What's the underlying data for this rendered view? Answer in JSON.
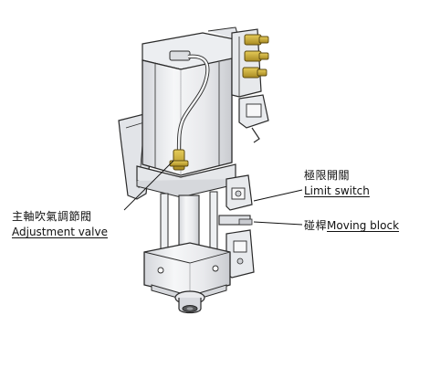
{
  "callouts": {
    "adjustment_valve": {
      "zh": "主軸吹氣調節閥",
      "en": "Adjustment valve"
    },
    "limit_switch": {
      "zh": "極限開關",
      "en": "Limit switch"
    },
    "moving_block": {
      "zh": "碰桿",
      "en": "Moving block"
    }
  },
  "colors": {
    "fitting_brass": "#c8a83a",
    "outline": "#2a2a2a",
    "body_fill": "#f1f2f4",
    "shade": "#d9dbe0"
  },
  "icons": [
    "air-fitting-icon",
    "solenoid-connector-icon",
    "air-hose-icon"
  ]
}
